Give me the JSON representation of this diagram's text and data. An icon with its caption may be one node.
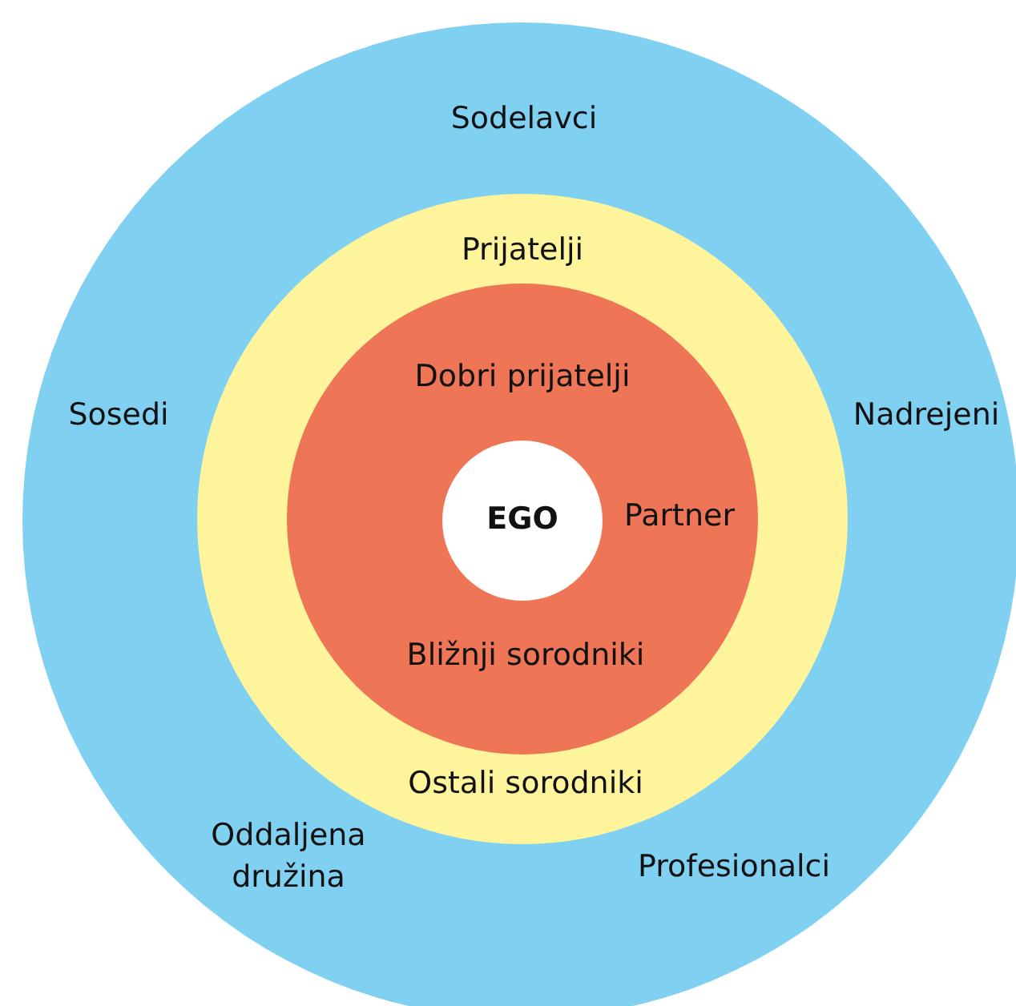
{
  "diagram": {
    "nodes": [
      {
        "text": [
          "Sodelavci",
          "Sosedi",
          "Nadrejeni",
          "Oddaljena družina",
          "Profesionalci"
        ]
      },
      {
        "text": [
          "Prijatelji",
          "Ostali sorodniki"
        ],
        "in": 0
      },
      {
        "text": [
          "Dobri prijatelji",
          "Partner",
          "Bližnji sorodniki"
        ],
        "in": 1
      },
      {
        "text": [
          "EGO"
        ],
        "in": 2
      }
    ]
  }
}
